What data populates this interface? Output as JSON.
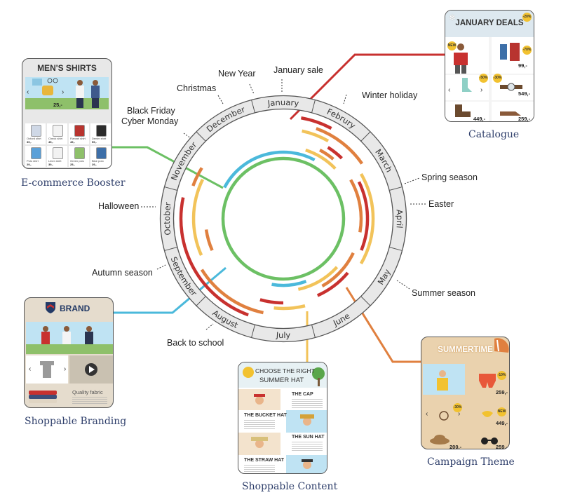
{
  "months": [
    "January",
    "Februry",
    "March",
    "April",
    "May",
    "June",
    "July",
    "August",
    "September",
    "October",
    "November",
    "December"
  ],
  "events": [
    {
      "id": "new-year",
      "text": "New Year"
    },
    {
      "id": "january-sale",
      "text": "January sale"
    },
    {
      "id": "winter-holiday",
      "text": "Winter holiday"
    },
    {
      "id": "christmas",
      "text": "Christmas"
    },
    {
      "id": "black-friday",
      "text": "Black Friday"
    },
    {
      "id": "cyber-monday",
      "text": "Cyber Monday"
    },
    {
      "id": "spring-season",
      "text": "Spring season"
    },
    {
      "id": "easter",
      "text": "Easter"
    },
    {
      "id": "halloween",
      "text": "Halloween"
    },
    {
      "id": "autumn-season",
      "text": "Autumn season"
    },
    {
      "id": "summer-season",
      "text": "Summer season"
    },
    {
      "id": "back-to-school",
      "text": "Back to school"
    }
  ],
  "colors": {
    "red": "#c8312f",
    "orange": "#e0803f",
    "yellow": "#f2c35a",
    "blue": "#4bb9db",
    "green": "#6cc064",
    "ring": "#e8e8e8",
    "caption": "#2f3f6b"
  },
  "cards": {
    "mens_shirts": {
      "title": "MEN'S SHIRTS",
      "caption": "E-commerce Booster",
      "price": "25,-",
      "product_labels": [
        "Oxford shirt",
        "Check shirt",
        "Flannel shirt",
        "Denim shirt",
        "Polo shirt",
        "Linen shirt",
        "Green polo",
        "Blue polo"
      ],
      "product_prices": [
        "39,-",
        "45,-",
        "49,-",
        "59,-",
        "29,-",
        "39,-",
        "25,-",
        "29,-"
      ]
    },
    "january_deals": {
      "title": "JANUARY DEALS",
      "caption": "Catalogue",
      "prices": [
        "99,-",
        "549,-",
        "449,-",
        "259,-"
      ],
      "badges": [
        "NEW",
        "-70%",
        "-50%",
        "-30%",
        "-20%"
      ]
    },
    "brand": {
      "title": "BRAND",
      "caption": "Shoppable Branding",
      "tagline": "Quality fabric"
    },
    "summer_hat": {
      "title_line1": "CHOOSE THE RIGHT",
      "title_line2": "SUMMER HAT",
      "caption": "Shoppable Content",
      "sections": [
        "THE CAP",
        "THE BUCKET HAT",
        "THE SUN HAT",
        "THE STRAW HAT"
      ]
    },
    "summertime": {
      "title": "SUMMERTIME",
      "caption": "Campaign Theme",
      "prices": [
        "259,-",
        "449,-",
        "200,-",
        "259,-"
      ],
      "badges": [
        "-10%",
        "-30%",
        "NEW"
      ]
    }
  }
}
